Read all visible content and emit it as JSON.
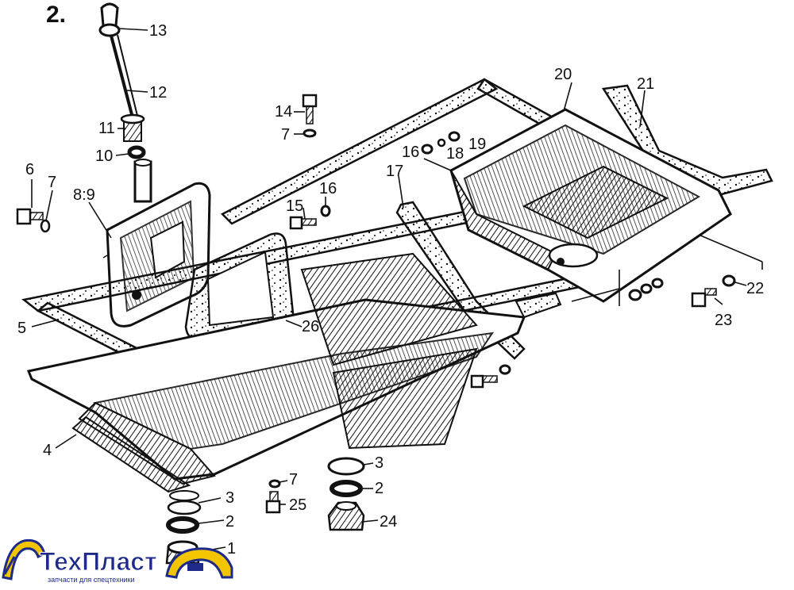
{
  "figure": {
    "label": "2."
  },
  "callouts": [
    "13",
    "12",
    "11",
    "10",
    "6",
    "7",
    "8:9",
    "5",
    "4",
    "14",
    "7",
    "15",
    "16",
    "17",
    "16",
    "18",
    "19",
    "20",
    "21",
    "22",
    "23",
    "26",
    "3",
    "2",
    "1",
    "7",
    "25",
    "3",
    "2",
    "24"
  ],
  "logo": {
    "name": "ТехПласт",
    "tagline": "запчасти для спецтехники",
    "brand_color": "#1e2a8a",
    "accent_color": "#f2c500"
  },
  "colors": {
    "ink": "#111111",
    "paper": "#ffffff"
  }
}
